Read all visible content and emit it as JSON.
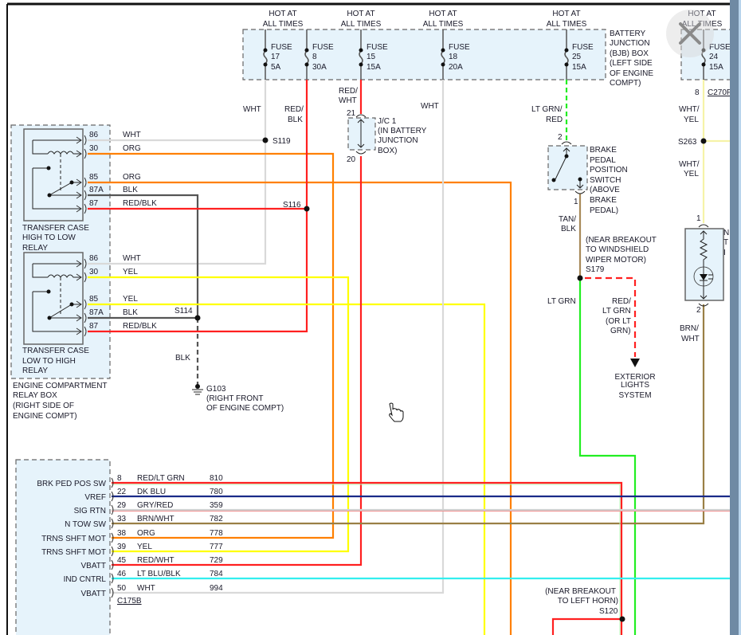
{
  "hot_label": [
    "HOT AT",
    "ALL TIMES"
  ],
  "fuses": [
    {
      "label": "FUSE",
      "num": "17",
      "amps": "5A"
    },
    {
      "label": "FUSE",
      "num": "8",
      "amps": "30A"
    },
    {
      "label": "FUSE",
      "num": "15",
      "amps": "15A"
    },
    {
      "label": "FUSE",
      "num": "18",
      "amps": "20A"
    },
    {
      "label": "FUSE",
      "num": "25",
      "amps": "15A"
    },
    {
      "label": "FUSE",
      "num": "24",
      "amps": "15A"
    }
  ],
  "bjb_label": [
    "BATTERY",
    "JUNCTION",
    "(BJB) BOX",
    "(LEFT SIDE",
    "OF ENGINE",
    "COMPT)"
  ],
  "wire_labels": {
    "f17": "WHT",
    "f8": [
      "RED/",
      "BLK"
    ],
    "f15": [
      "RED/",
      "WHT"
    ],
    "f18": "WHT",
    "f25": [
      "LT GRN/",
      "RED"
    ],
    "f24": [
      "WHT/",
      "YEL"
    ],
    "f24b": [
      "WHT/",
      "YEL"
    ],
    "tan_blk": [
      "TAN/",
      "BLK"
    ],
    "lt_grn": "LT GRN",
    "red_ltgrn": [
      "RED/",
      "LT GRN",
      "(OR LT",
      "GRN)"
    ],
    "brn_wht": [
      "BRN/",
      "WHT"
    ],
    "blk_ground": "BLK"
  },
  "jc": {
    "pin_top": "21",
    "pin_bottom": "20",
    "label": [
      "J/C 1",
      "(IN BATTERY",
      "JUNCTION",
      "BOX)"
    ]
  },
  "splices": {
    "s119": "S119",
    "s116": "S116",
    "s114": "S114",
    "s179": "S179",
    "s263": "S263",
    "s120": "S120"
  },
  "relay_top": {
    "name": [
      "TRANSFER CASE",
      "HIGH TO LOW",
      "RELAY"
    ],
    "pins": [
      {
        "pin": "86",
        "color": "WHT"
      },
      {
        "pin": "30",
        "color": "ORG"
      },
      {
        "pin": "85",
        "color": "ORG"
      },
      {
        "pin": "87A",
        "color": "BLK"
      },
      {
        "pin": "87",
        "color": "RED/BLK"
      }
    ]
  },
  "relay_bottom": {
    "name": [
      "TRANSFER CASE",
      "LOW TO HIGH",
      "RELAY"
    ],
    "pins": [
      {
        "pin": "86",
        "color": "WHT"
      },
      {
        "pin": "30",
        "color": "YEL"
      },
      {
        "pin": "85",
        "color": "YEL"
      },
      {
        "pin": "87A",
        "color": "BLK"
      },
      {
        "pin": "87",
        "color": "RED/BLK"
      }
    ]
  },
  "relay_box_label": [
    "ENGINE COMPARTMENT",
    "RELAY BOX",
    "(RIGHT SIDE OF",
    "ENGINE COMPT)"
  ],
  "ground": {
    "id": "G103",
    "label": [
      "(RIGHT FRONT",
      "OF ENGINE COMPT)"
    ]
  },
  "brake_switch": {
    "pin_top": "2",
    "pin_bottom": "1",
    "label": [
      "BRAKE",
      "PEDAL",
      "POSITION",
      "SWITCH",
      "(ABOVE",
      "BRAKE",
      "PEDAL)"
    ]
  },
  "s179_note": [
    "(NEAR BREAKOUT",
    "TO WINDSHIELD",
    "WIPER MOTOR)"
  ],
  "exterior": [
    "EXTERIOR",
    "LIGHTS",
    "SYSTEM"
  ],
  "indicator": {
    "pin_top": "1",
    "pin_bottom": "2",
    "connector_pin": "8",
    "connector": "C270F",
    "side_text": [
      "N",
      "T",
      "I"
    ]
  },
  "pcm": {
    "connector": "C175B",
    "pins": [
      {
        "name": "BRK PED POS SW",
        "pin": "8",
        "color": "RED/LT GRN",
        "circuit": "810"
      },
      {
        "name": "VREF",
        "pin": "22",
        "color": "DK BLU",
        "circuit": "780"
      },
      {
        "name": "SIG RTN",
        "pin": "29",
        "color": "GRY/RED",
        "circuit": "359"
      },
      {
        "name": "N TOW SW",
        "pin": "33",
        "color": "BRN/WHT",
        "circuit": "782"
      },
      {
        "name": "TRNS SHFT MOT",
        "pin": "38",
        "color": "ORG",
        "circuit": "778"
      },
      {
        "name": "TRNS SHFT MOT",
        "pin": "39",
        "color": "YEL",
        "circuit": "777"
      },
      {
        "name": "VBATT",
        "pin": "45",
        "color": "RED/WHT",
        "circuit": "729"
      },
      {
        "name": "IND CNTRL",
        "pin": "46",
        "color": "LT BLU/BLK",
        "circuit": "784"
      },
      {
        "name": "VBATT",
        "pin": "50",
        "color": "WHT",
        "circuit": "994"
      }
    ]
  },
  "s120_note": [
    "(NEAR BREAKOUT",
    "TO LEFT HORN)"
  ],
  "colors": {
    "wht": "#d9d9d9",
    "org": "#ff8000",
    "red": "#ff2020",
    "yel": "#ffff00",
    "blk": "#555555",
    "ltgrn": "#22ee22",
    "dkblu": "#1a2a88",
    "cyan": "#33eeee",
    "brn": "#9a7f45",
    "tan": "#a88a5a",
    "paleyel": "#f6f3a8",
    "box": "#e6f3fb"
  }
}
